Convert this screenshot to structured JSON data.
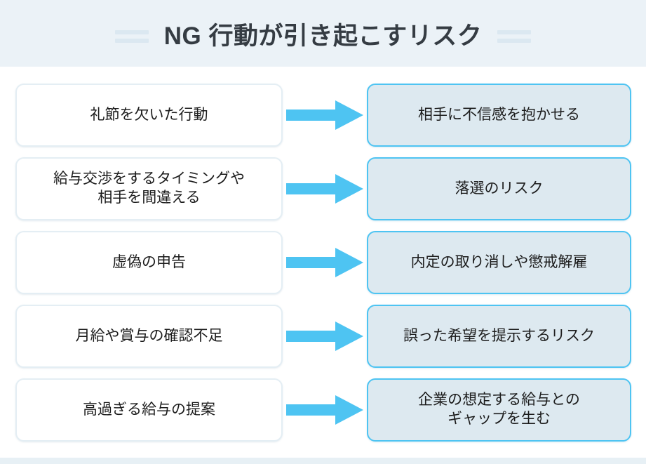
{
  "header": {
    "title": "NG 行動が引き起こすリスク",
    "decoration_icon": "double-line-icon",
    "band_color": "#ebf2f7",
    "title_color": "#353c43",
    "deco_color": "#dbe8f1"
  },
  "colors": {
    "accent_cyan": "#4ec4f2",
    "effect_fill": "#dde9f0",
    "cause_border": "#e4eef4",
    "page_background": "#ffffff",
    "footer_band": "#e7f0f5"
  },
  "flow": {
    "arrow_icon": "right-arrow-icon",
    "rows": [
      {
        "cause": "礼節を欠いた行動",
        "effect": "相手に不信感を抱かせる"
      },
      {
        "cause": "給与交渉をするタイミングや\n相手を間違える",
        "effect": "落選のリスク"
      },
      {
        "cause": "虚偽の申告",
        "effect": "内定の取り消しや懲戒解雇"
      },
      {
        "cause": "月給や賞与の確認不足",
        "effect": "誤った希望を提示するリスク"
      },
      {
        "cause": "高過ぎる給与の提案",
        "effect": "企業の想定する給与との\nギャップを生む"
      }
    ]
  }
}
